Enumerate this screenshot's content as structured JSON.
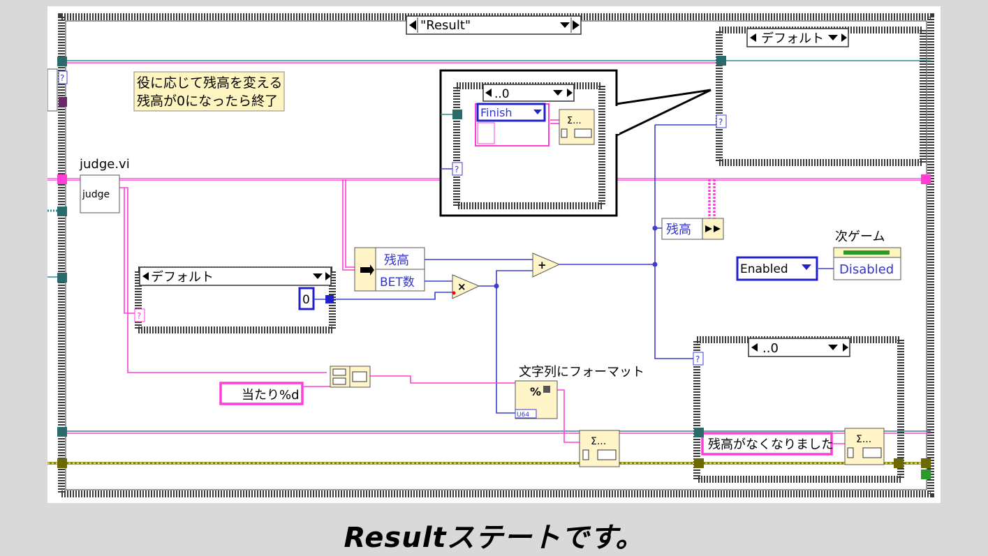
{
  "case_selector": {
    "label": "\"Result\""
  },
  "comment": {
    "line1": "役に応じて残高を変える",
    "line2": "残高が0になったら終了"
  },
  "subvi": {
    "title": "judge.vi",
    "label": "judge"
  },
  "inner_case_default": {
    "label": "デフォルト"
  },
  "default_constant": {
    "value": "0"
  },
  "bundle": {
    "field1": "残高",
    "field2": "BET数"
  },
  "format_constant": {
    "value": "当たり%d"
  },
  "format_label": {
    "text": "文字列にフォーマット"
  },
  "format_node": {
    "glyph": "%",
    "type_label": "U64"
  },
  "callout_case": {
    "label": "..0"
  },
  "finish_enum": {
    "value": "Finish"
  },
  "top_right_case": {
    "label": "デフォルト"
  },
  "balance_indicator": {
    "label": "残高"
  },
  "next_game": {
    "title": "次ゲーム",
    "enabled_value": "Enabled",
    "disabled_value": "Disabled"
  },
  "bottom_case": {
    "label": "..0"
  },
  "no_balance_string": {
    "value": "残高がなくなりました"
  },
  "queue_node": {
    "label": "Σ..."
  },
  "question_mark": {
    "label": "?"
  },
  "caption": {
    "text": "Resultステートです。"
  },
  "colors": {
    "pink_wire": "#ff3ed6",
    "blue_wire": "#3d3dcf",
    "olive_wire": "#7a7a00",
    "teal_wire": "#2a8c8c",
    "background": "#d9d9d9"
  }
}
